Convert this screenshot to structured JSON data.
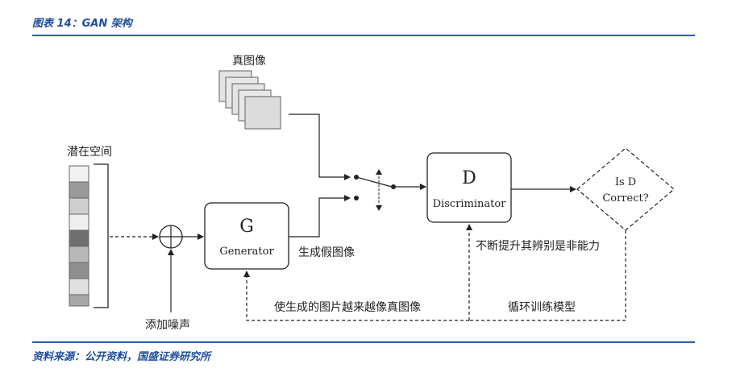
{
  "header": {
    "caption": "图表 14：GAN 架构"
  },
  "diagram": {
    "real_images_label": "真图像",
    "latent_space_label": "潜在空间",
    "add_noise_label": "添加噪声",
    "generator_letter": "G",
    "generator_name": "Generator",
    "fake_images_label": "生成假图像",
    "discriminator_letter": "D",
    "discriminator_name": "Discriminator",
    "decision_line1": "Is D",
    "decision_line2": "Correct?",
    "improve_label": "不断提升其辨别是非能力",
    "loop_label": "循环训练模型",
    "feedback_label": "使生成的图片越来越像真图像"
  },
  "footer": {
    "source": "资料来源：公开资料，国盛证券研究所"
  },
  "colors": {
    "accent": "#1f4e9c",
    "rule": "#2a5db0"
  }
}
